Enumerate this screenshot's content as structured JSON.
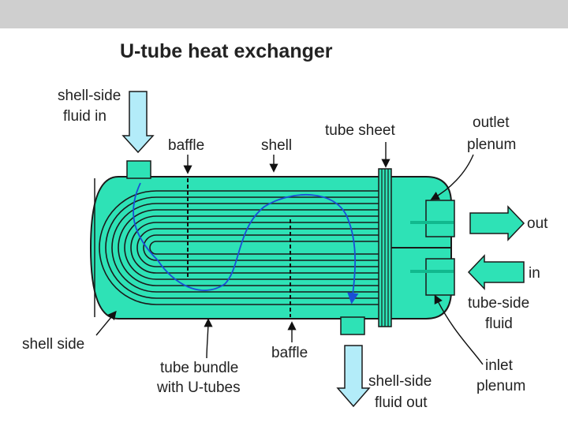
{
  "title": "U-tube heat exchanger",
  "labels": {
    "shell_fluid_in_1": "shell-side",
    "shell_fluid_in_2": "fluid in",
    "baffle_top": "baffle",
    "shell": "shell",
    "tube_sheet": "tube sheet",
    "outlet_plenum_1": "outlet",
    "outlet_plenum_2": "plenum",
    "out": "out",
    "in": "in",
    "tube_side_fluid_1": "tube-side",
    "tube_side_fluid_2": "fluid",
    "inlet_plenum_1": "inlet",
    "inlet_plenum_2": "plenum",
    "shell_side": "shell side",
    "baffle_bottom": "baffle",
    "tube_bundle_1": "tube bundle",
    "tube_bundle_2": "with U-tubes",
    "shell_fluid_out_1": "shell-side",
    "shell_fluid_out_2": "fluid out"
  },
  "colors": {
    "shell_fill": "#2ee2b6",
    "fluid_arrow": "#b3ecf9",
    "flow_arrow": "#11b98e",
    "flow_path": "#1a4fd6",
    "outline": "#1a1a1a",
    "top_bar": "#cfcfcf"
  }
}
